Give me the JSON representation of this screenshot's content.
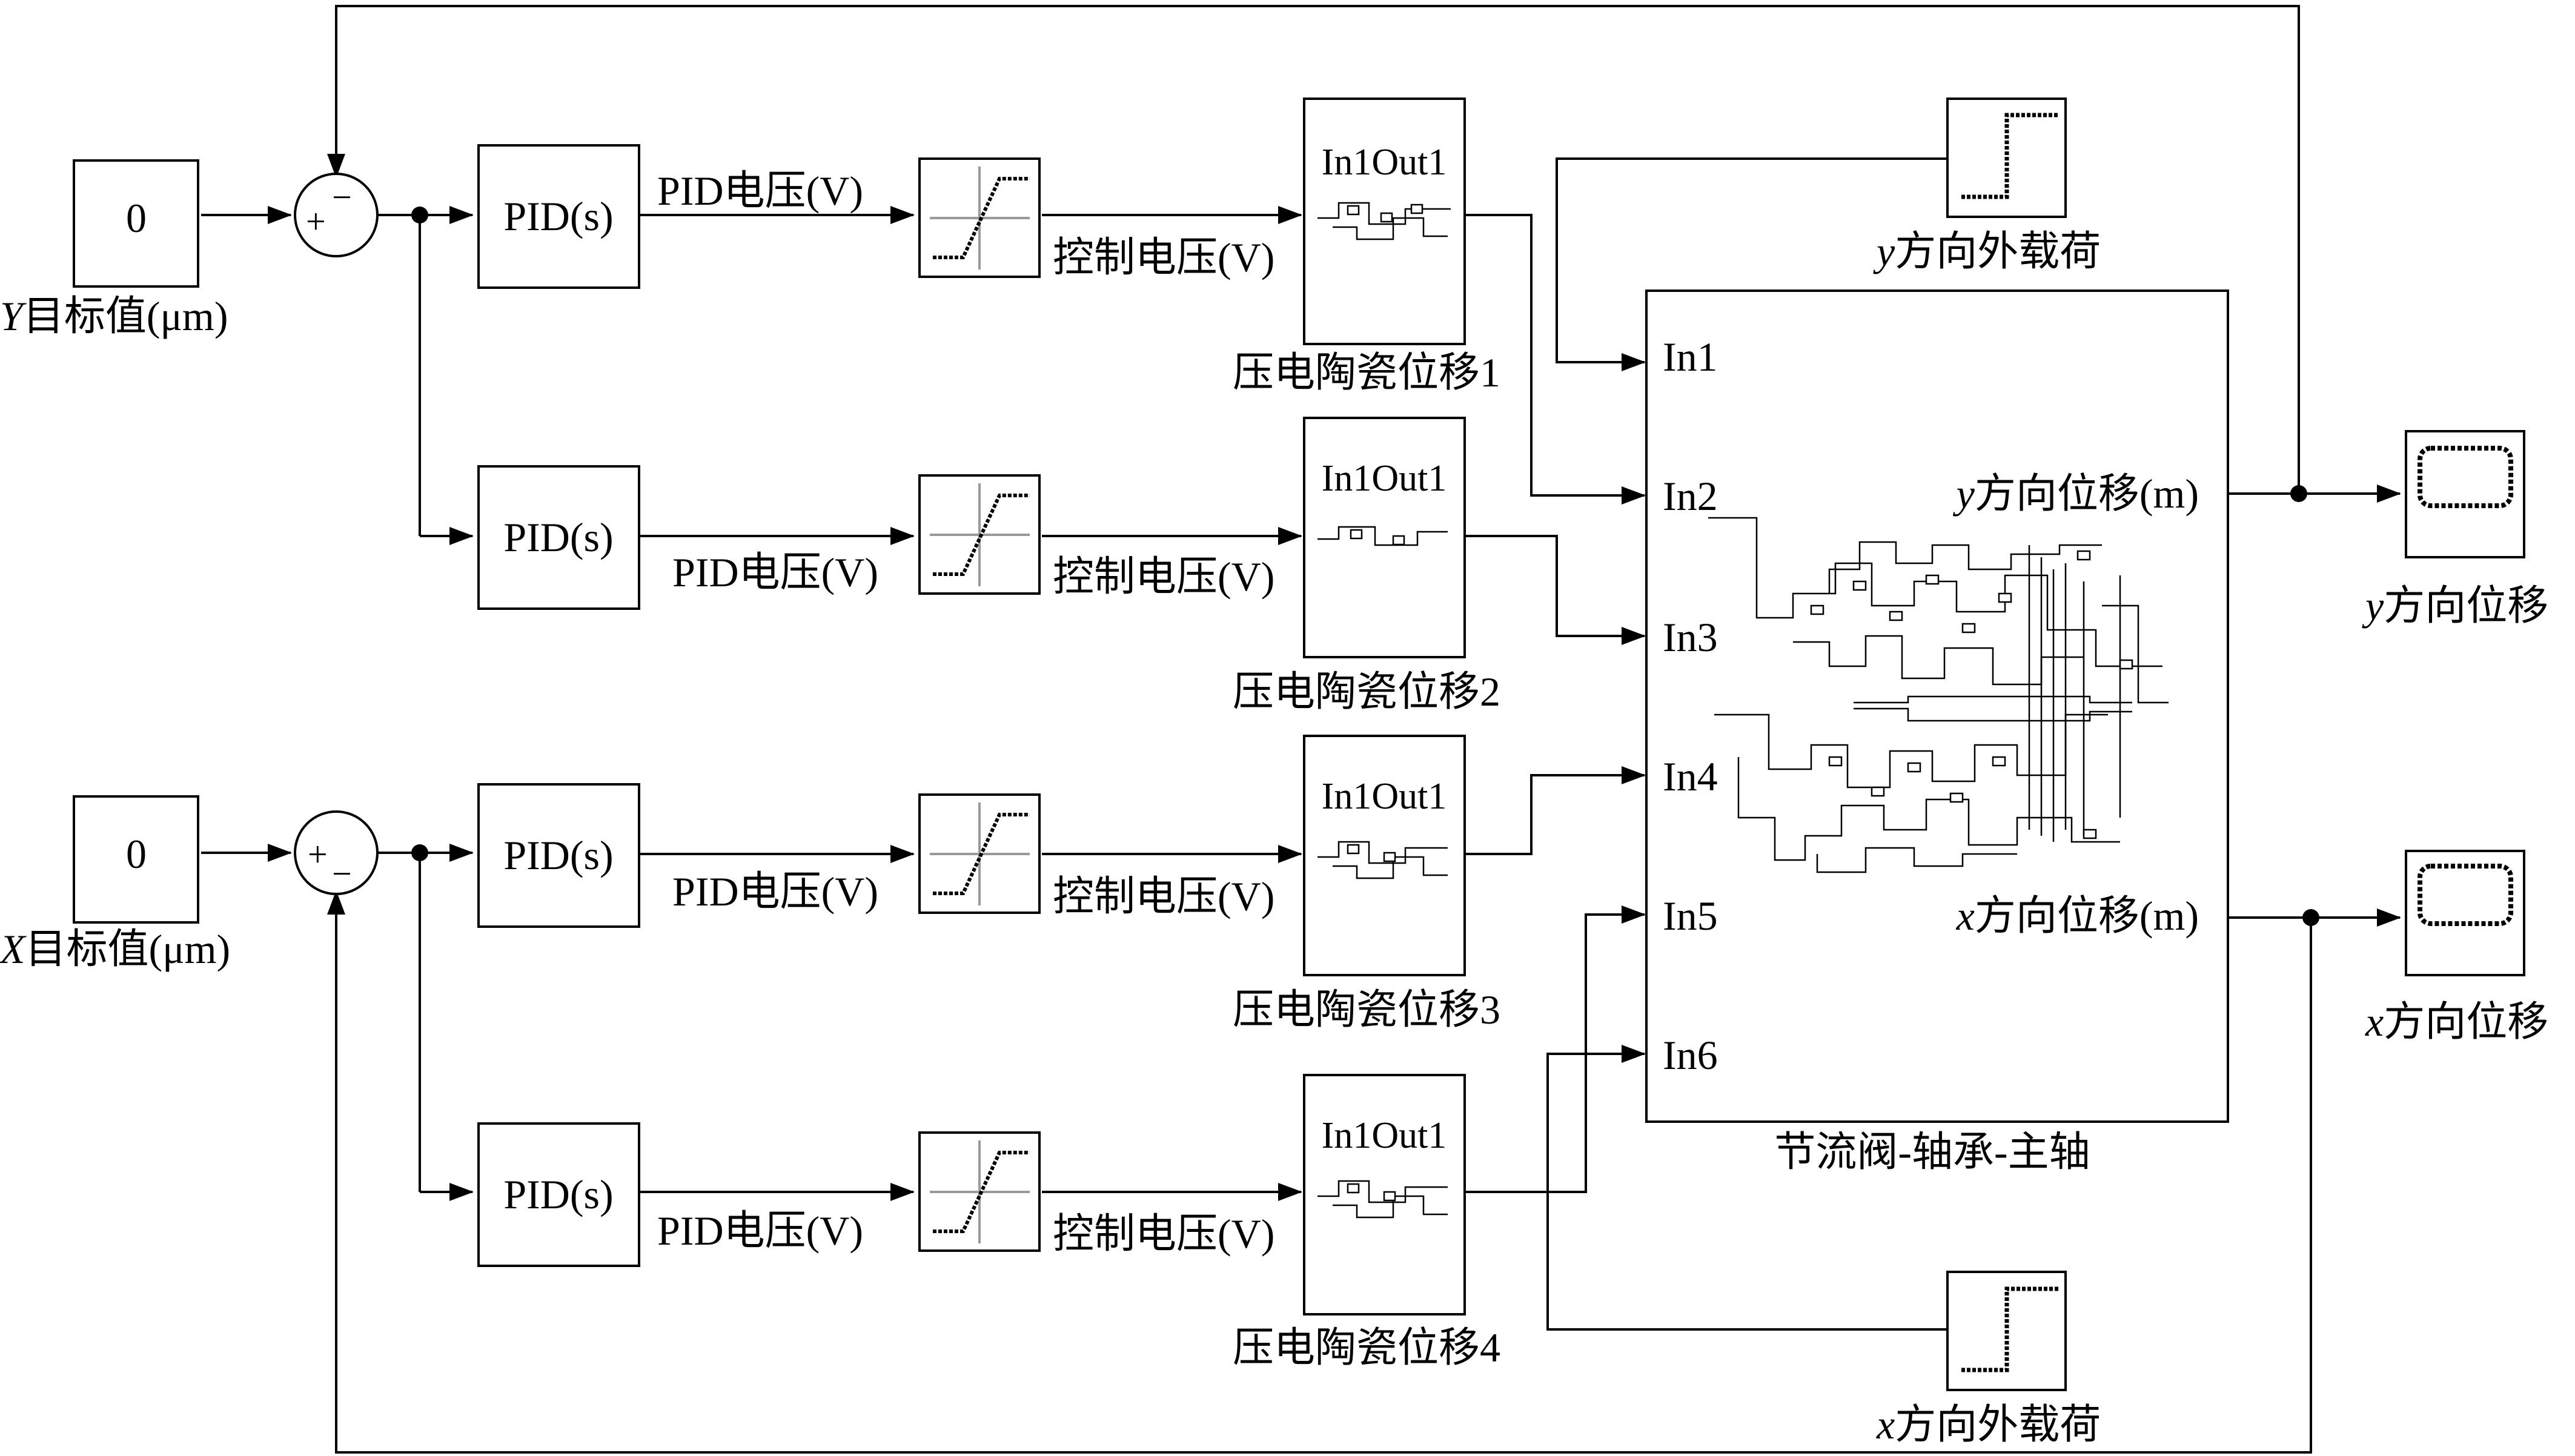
{
  "constants": {
    "y_target_value": "0",
    "x_target_value": "0"
  },
  "labels": {
    "y_target": {
      "var": "Y",
      "rest": "目标值(μm)"
    },
    "x_target": {
      "var": "X",
      "rest": "目标值(μm)"
    },
    "pid_block": "PID(s)",
    "pid_voltage": "PID电压(V)",
    "control_voltage": "控制电压(V)",
    "piezo_io": "In1Out1",
    "piezo": [
      "压电陶瓷位移1",
      "压电陶瓷位移2",
      "压电陶瓷位移3",
      "压电陶瓷位移4"
    ],
    "plant_inputs": [
      "In1",
      "In2",
      "In3",
      "In4",
      "In5",
      "In6"
    ],
    "plant_y_out": {
      "var": "y",
      "rest": "方向位移(m)"
    },
    "plant_x_out": {
      "var": "x",
      "rest": "方向位移(m)"
    },
    "plant_name": "节流阀-轴承-主轴",
    "y_load": {
      "var": "y",
      "rest": "方向外载荷"
    },
    "x_load": {
      "var": "x",
      "rest": "方向外载荷"
    },
    "y_scope": {
      "var": "y",
      "rest": "方向位移"
    },
    "x_scope": {
      "var": "x",
      "rest": "方向位移"
    }
  },
  "sum_signs": {
    "y_sum": {
      "plus": "+",
      "minus": "−"
    },
    "x_sum": {
      "plus": "+",
      "minus": "−"
    }
  }
}
